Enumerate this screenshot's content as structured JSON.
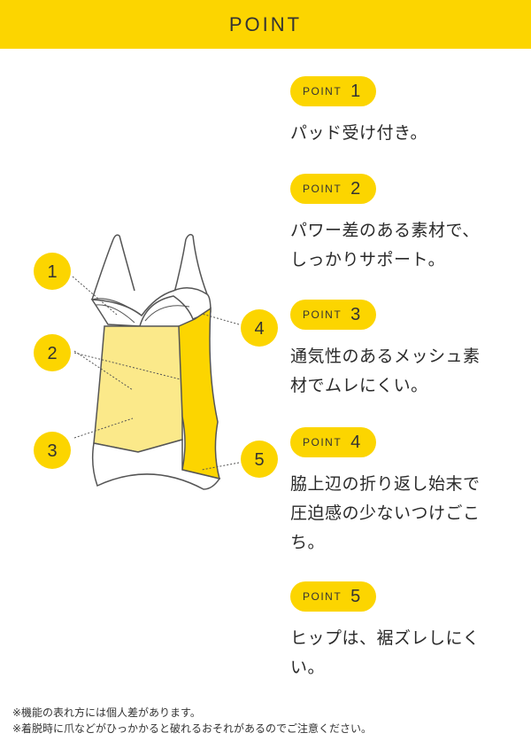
{
  "header": {
    "title": "POINT"
  },
  "colors": {
    "accent": "#fcd500",
    "garment_fill": "#fbe98a",
    "panel_fill": "#fcd500",
    "outline": "#555555"
  },
  "figure": {
    "markers": [
      "1",
      "2",
      "3",
      "4",
      "5"
    ]
  },
  "points": [
    {
      "label": "POINT",
      "number": "1",
      "lines": [
        "パッド受け付き。"
      ]
    },
    {
      "label": "POINT",
      "number": "2",
      "lines": [
        "パワー差のある素材で、",
        "しっかりサポート。"
      ]
    },
    {
      "label": "POINT",
      "number": "3",
      "lines": [
        "通気性のあるメッシュ素",
        "材でムレにくい。"
      ]
    },
    {
      "label": "POINT",
      "number": "4",
      "lines": [
        "脇上辺の折り返し始末で",
        "圧迫感の少ないつけごこ",
        "ち。"
      ]
    },
    {
      "label": "POINT",
      "number": "5",
      "lines": [
        "ヒップは、裾ズレしにく",
        "い。"
      ]
    }
  ],
  "notes": [
    "※機能の表れ方には個人差があります。",
    "※着脱時に爪などがひっかかると破れるおそれがあるのでご注意ください。"
  ]
}
